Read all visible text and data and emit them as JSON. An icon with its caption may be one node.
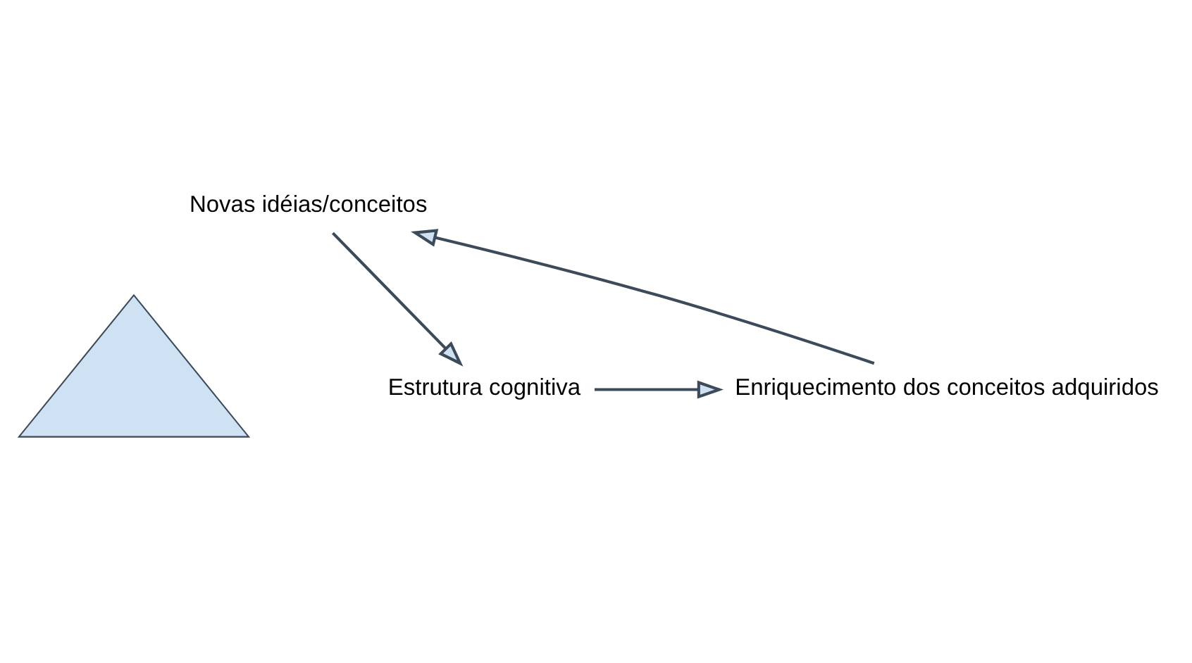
{
  "diagram": {
    "nodes": [
      {
        "text": [
          "Novas idéias/conceitos"
        ]
      },
      {
        "text": [],
        "shape": "triangle"
      },
      {
        "text": [
          "Estrutura cognitiva"
        ]
      },
      {
        "text": [
          "Enriquecimento dos conceitos adquiridos"
        ]
      }
    ],
    "edges": [
      {
        "from": 0,
        "to": 2,
        "arrow": "to"
      },
      {
        "from": 2,
        "to": 3,
        "arrow": "to"
      },
      {
        "from": 3,
        "to": 0,
        "arrow": "to"
      }
    ]
  }
}
